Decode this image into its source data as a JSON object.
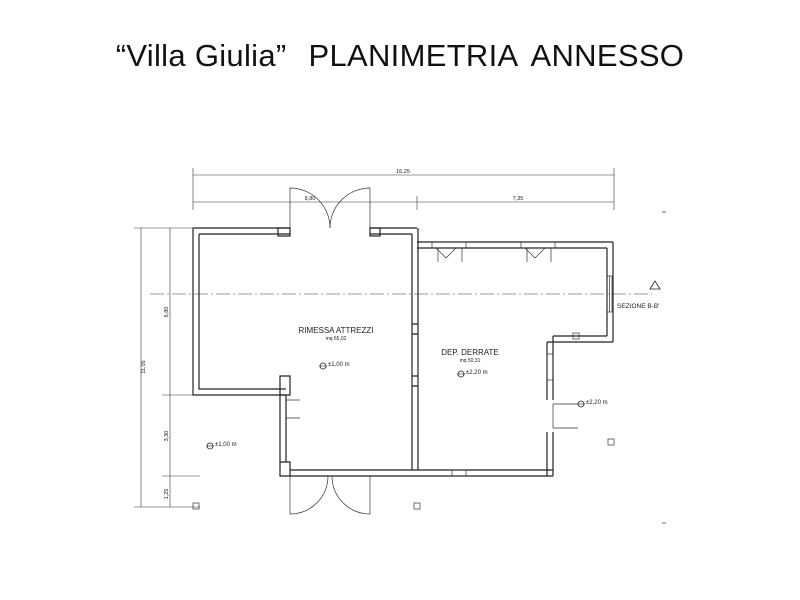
{
  "title": {
    "part1": "“Villa Giulia”",
    "part2": "PLANIMETRIA",
    "part3": "ANNESSO"
  },
  "dimensions": {
    "overall_width": "16,25",
    "left_width": "8,80",
    "right_width": "7,35",
    "overall_height": "11,05",
    "h_top": "6,80",
    "h_mid": "3,30",
    "h_bottom": "1,25"
  },
  "rooms": [
    {
      "name": "RIMESSA ATTREZZI",
      "area": "mq 65,02",
      "level": "±1,00 m"
    },
    {
      "name": "DEP. DERRATE",
      "area": "mq 50,31",
      "level": "±2,20 m"
    }
  ],
  "outside_levels": {
    "left": "±1,00 m",
    "right": "±2,20 m"
  },
  "section": {
    "label": "SEZIONE  B-B'"
  }
}
